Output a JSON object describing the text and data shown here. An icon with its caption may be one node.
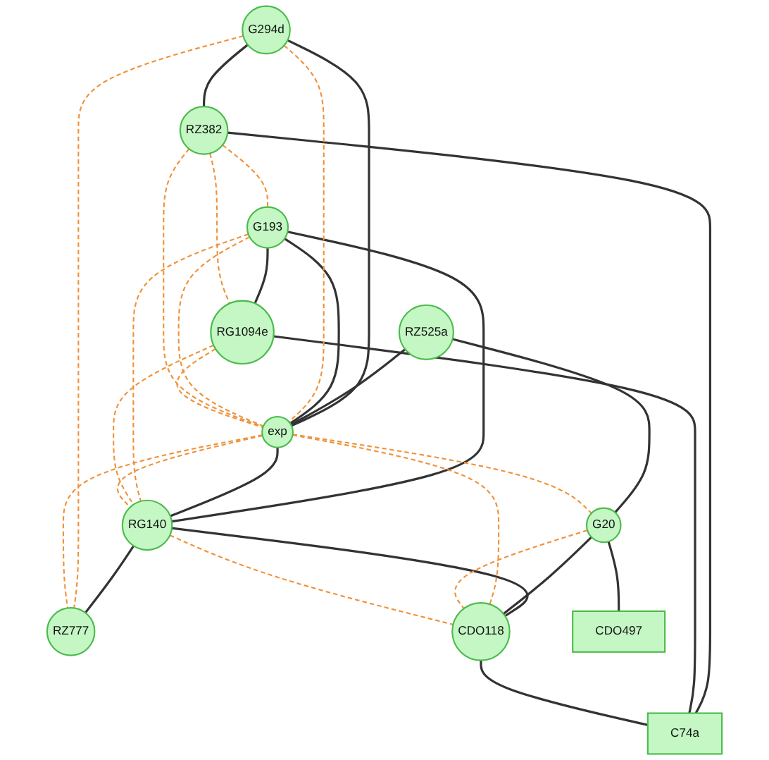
{
  "diagram": {
    "nodes": [
      {
        "text": [
          "G294d"
        ]
      },
      {
        "text": [
          "RZ525a"
        ]
      },
      {
        "text": [
          "G193"
        ]
      },
      {
        "text": [
          "exp"
        ]
      },
      {
        "text": [
          "G20"
        ]
      },
      {
        "text": [
          "RZ382"
        ]
      },
      {
        "text": [
          "RG1094e"
        ]
      },
      {
        "text": [
          "RZ777"
        ]
      },
      {
        "text": [
          "RG140"
        ]
      },
      {
        "text": [
          "CDO118"
        ]
      },
      {
        "text": [
          "C74a"
        ]
      },
      {
        "text": [
          "CDO497"
        ]
      }
    ],
    "edges": [
      {
        "from": 0,
        "to": 3,
        "arrow": "none"
      },
      {
        "from": 0,
        "to": 5,
        "arrow": "none"
      },
      {
        "from": 1,
        "to": 3,
        "arrow": "none"
      },
      {
        "from": 1,
        "to": 4,
        "arrow": "none"
      },
      {
        "from": 2,
        "to": 3,
        "arrow": "none"
      },
      {
        "from": 2,
        "to": 6,
        "arrow": "none"
      },
      {
        "from": 2,
        "to": 8,
        "arrow": "none"
      },
      {
        "from": 3,
        "to": 8,
        "arrow": "none"
      },
      {
        "from": 8,
        "to": 7,
        "arrow": "none"
      },
      {
        "from": 8,
        "to": 9,
        "arrow": "none"
      },
      {
        "from": 4,
        "to": 9,
        "arrow": "none"
      },
      {
        "from": 4,
        "to": 11,
        "arrow": "none"
      },
      {
        "from": 5,
        "to": 10,
        "arrow": "none"
      },
      {
        "from": 6,
        "to": 10,
        "arrow": "none"
      },
      {
        "from": 9,
        "to": 10,
        "arrow": "none"
      },
      {
        "from": 0,
        "to": 3,
        "arrow": "none",
        "style": "dashed",
        "color": "#f0923a"
      },
      {
        "from": 0,
        "to": 7,
        "arrow": "none",
        "style": "dashed",
        "color": "#f0923a"
      },
      {
        "from": 2,
        "to": 3,
        "arrow": "none",
        "style": "dashed",
        "color": "#f0923a"
      },
      {
        "from": 2,
        "to": 8,
        "arrow": "none",
        "style": "dashed",
        "color": "#f0923a"
      },
      {
        "from": 5,
        "to": 2,
        "arrow": "none",
        "style": "dashed",
        "color": "#f0923a"
      },
      {
        "from": 5,
        "to": 3,
        "arrow": "none",
        "style": "dashed",
        "color": "#f0923a"
      },
      {
        "from": 5,
        "to": 6,
        "arrow": "none",
        "style": "dashed",
        "color": "#f0923a"
      },
      {
        "from": 6,
        "to": 3,
        "arrow": "none",
        "style": "dashed",
        "color": "#f0923a"
      },
      {
        "from": 6,
        "to": 8,
        "arrow": "none",
        "style": "dashed",
        "color": "#f0923a"
      },
      {
        "from": 3,
        "to": 8,
        "arrow": "none",
        "style": "dashed",
        "color": "#f0923a"
      },
      {
        "from": 3,
        "to": 7,
        "arrow": "none",
        "style": "dashed",
        "color": "#f0923a"
      },
      {
        "from": 3,
        "to": 4,
        "arrow": "none",
        "style": "dashed",
        "color": "#f0923a"
      },
      {
        "from": 3,
        "to": 9,
        "arrow": "none",
        "style": "dashed",
        "color": "#f0923a"
      },
      {
        "from": 4,
        "to": 9,
        "arrow": "none",
        "style": "dashed",
        "color": "#f0923a"
      },
      {
        "from": 8,
        "to": 9,
        "arrow": "none",
        "style": "dashed",
        "color": "#f0923a"
      }
    ]
  }
}
